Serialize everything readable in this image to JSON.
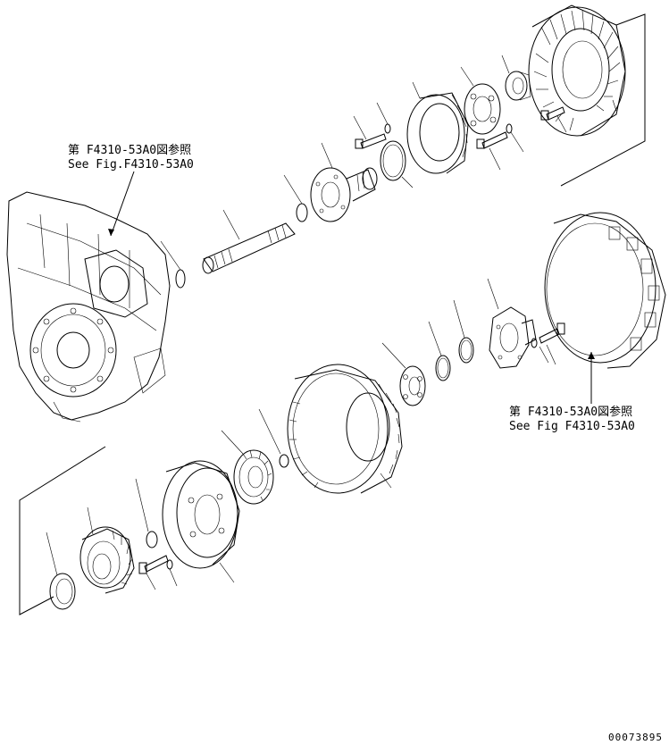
{
  "callouts": [
    {
      "jp": "第 F4310-53A0図参照",
      "en": "See Fig.F4310-53A0"
    },
    {
      "jp": "第 F4310-53A0図参照",
      "en": "See Fig F4310-53A0"
    }
  ],
  "drawing_number": "00073895"
}
